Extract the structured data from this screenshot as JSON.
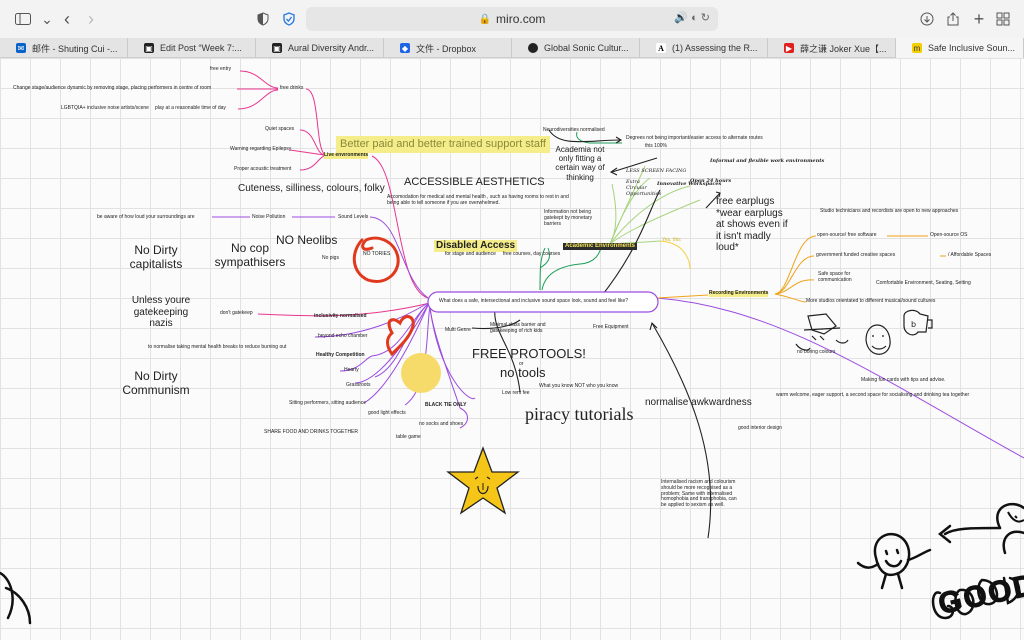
{
  "browser": {
    "url": "miro.com",
    "tabs": [
      {
        "label": "邮件 - Shuting Cui -...",
        "icon": "outlook-icon",
        "color": "#0a64c8"
      },
      {
        "label": "Edit Post “Week 7:...",
        "icon": "wordpress-icon",
        "color": "#222222"
      },
      {
        "label": "Aural Diversity Andr...",
        "icon": "page-icon",
        "color": "#222222"
      },
      {
        "label": "文件 - Dropbox",
        "icon": "dropbox-icon",
        "color": "#1f63e6"
      },
      {
        "label": "Global Sonic Cultur...",
        "icon": "circle-icon",
        "color": "#222222"
      },
      {
        "label": "(1) Assessing the R...",
        "icon": "academia-icon",
        "color": "#ffffff"
      },
      {
        "label": "薛之谦 Joker Xue【...",
        "icon": "youtube-icon",
        "color": "#e02020"
      },
      {
        "label": "Safe Inclusive Soun...",
        "icon": "miro-icon",
        "color": "#f5d000"
      }
    ]
  },
  "board": {
    "center": "What does a safe, intersectional and inclusive sound space look, sound and feel like?",
    "top_left": {
      "free_entry": "free entry",
      "change_stage": "Change stage/audience dynamic by removing stage, placing performers in centre of room",
      "free_drinks": "free drinks",
      "lgbtqia": "LGBTQIA+ inclusive noise artists/scene",
      "reasonable_time": "play at a reasonable time of day",
      "quiet_spaces": "Quiet spaces",
      "warning_epilepsy": "Warning regarding Epilepsy",
      "proper_acoustic": "Proper acoustic treatment",
      "live_env": "Live environments"
    },
    "better_paid": "Better paid and better trained support staff",
    "cuteness": "Cuteness, silliness, colours, folky",
    "accessible_aesthetics": "ACCESSIBLE AESTHETICS",
    "accommodation": "Accomodation for medical and mental health , such as having rooms to rest in and being able to tell someone if you are overwhelmed.",
    "noise_pollution": "Noise Pollution",
    "be_aware": "be aware of how loud your surroundings are",
    "sound_levels": "Sound Levels",
    "no_neolibs": "NO Neolibs",
    "no_cop": "No cop sympathisers",
    "no_dirty_cap": "No Dirty capitalists",
    "no_tories": "NO TORIES",
    "no_pigs": "No pigs",
    "unless_nazis": "Unless youre gatekeeping nazis",
    "dont_gatekeep": "don't gatekeep",
    "inclusivity": "inclusivity normalised",
    "beyond_echo": "beyond echo chamber",
    "mental_breaks": "to normalise taking mental health breaks to reduce burning out",
    "healthy_comp": "Healthy  Competition",
    "no_dirty_comm": "No Dirty Communism",
    "hearty": "Hearty",
    "grassroots": "Grassroots",
    "sitting": "Sitting performers, sitting audience",
    "good_light": "good light effects",
    "share_food": "SHARE FOOD AND DRINKS TOGETHER",
    "black_tie": "BLACK TIE ONLY",
    "no_socks": "no socks and shoes",
    "table_game": "table game",
    "disabled_access": "Disabled Access",
    "for_stage": "for stage and audience",
    "info_gatekept": "Information not being gatekept by monetary barriers",
    "free_courses": "free courses, day courses",
    "multi_genre": "Multi Genre",
    "minimal_class": "Minimal class barrier and gatekeeping of rich kids",
    "free_protools": "FREE PROTOOLS!",
    "or": "or",
    "no_tools": "no tools",
    "what_you_know": "What you know NOT who you know",
    "low_rent": "Low rent fee",
    "free_equipment": "Free Equipment",
    "piracy": "piracy tutorials",
    "normalise_awk": "normalise awkwardness",
    "good_interior": "good interior design",
    "internalised": "Internalised racism and colourism should be more recognised as a problem; Same with internalised homophobia and  transphobia, can be applied to sexism as well.",
    "neurodiversities": "Neurodiversities normalised",
    "degrees": "Degrees not being important/easier access to alternate routes",
    "this_100": "this 100%",
    "academia": "Academia not only fitting a certain way of thinking",
    "less_screen": "LESS SCREEN FACING",
    "informal": "Informal and flexible work environments",
    "extra_circular": "Extra Circular Opportunities",
    "innovative": "Innovative Workspaces",
    "open_24": "Open 24 hours",
    "academic_env": "Academic Environments",
    "yes_this": "Yes, this",
    "free_earplugs": "free earplugs *wear earplugs at shows even if it isn't madly loud*",
    "studio_tech": "Studio technicians and recordists are open to new approaches",
    "open_source": "open-source/ free software",
    "open_source_os": "Open-source OS",
    "gov_funded": "government funded creative spaces",
    "affordable": "/ Affordable Spaces",
    "safe_space": "Safe space for communication",
    "comfortable": "Comfortable Environment, Seating, Setting",
    "recording_env": "Recording Environments",
    "more_studios": "More studios orientated to different musical/sound cultures",
    "no_boring": "no boring colours",
    "making_fun": "Making fun cards with tips and advise.",
    "warm_welcome": "warm welcome, eager support, a second space for socialising and drinking tea together",
    "good": "GOOD"
  },
  "colors": {
    "highlight_yellow": "#f4ed8a",
    "pink_line": "#e8358f",
    "purple_line": "#9b4be0",
    "green_line": "#1f9e5a",
    "orange_line": "#f0a21a",
    "red_scribble": "#e0391e"
  }
}
